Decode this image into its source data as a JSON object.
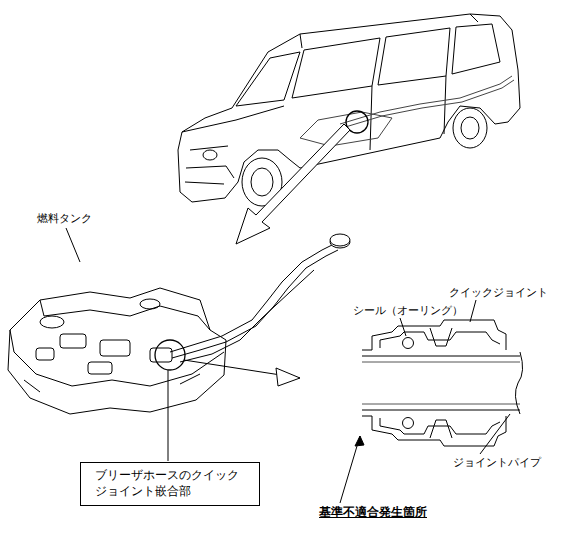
{
  "diagram": {
    "nodes": [
      {
        "text": [
          "ブリーザホースのクイック ジョイント嵌合部"
        ]
      }
    ],
    "labels": [
      "燃料タンク",
      "シール（オーリング）",
      "クイックジョイント",
      "ジョイントパイプ",
      "基準不適合発生箇所"
    ]
  }
}
